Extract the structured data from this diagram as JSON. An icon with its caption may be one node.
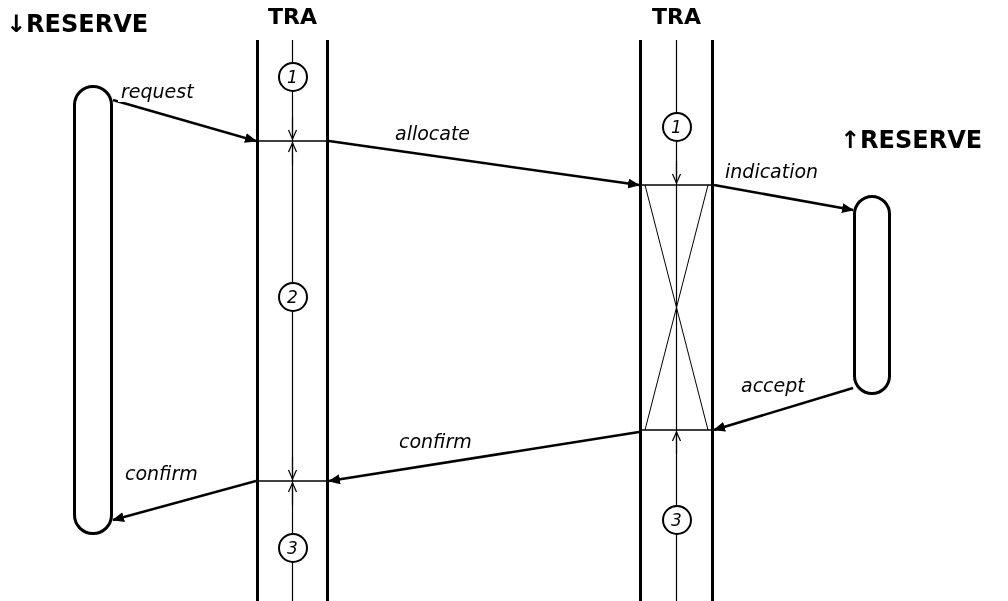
{
  "diagram": {
    "nodes": [
      {
        "text": [],
        "shape": "bar",
        "beside": [
          "↓RESERVE"
        ]
      },
      {
        "text": [
          "TRA"
        ]
      },
      {
        "text": [
          "TRA"
        ]
      },
      {
        "text": [],
        "shape": "bar",
        "beside": [
          "↑RESERVE"
        ]
      }
    ],
    "edges": [
      {
        "from": 0,
        "to": 1,
        "arrow": "to",
        "label": "request"
      },
      {
        "from": 1,
        "to": 2,
        "arrow": "to",
        "label": "allocate"
      },
      {
        "from": 2,
        "to": 3,
        "arrow": "to",
        "label": "indication"
      },
      {
        "from": 3,
        "to": 2,
        "arrow": "to",
        "label": "accept"
      },
      {
        "from": 2,
        "to": 1,
        "arrow": "to",
        "label": "confirm"
      },
      {
        "from": 1,
        "to": 0,
        "arrow": "to",
        "label": "confirm"
      }
    ],
    "labels": [
      "1",
      "1",
      "2",
      "3",
      "3"
    ]
  }
}
